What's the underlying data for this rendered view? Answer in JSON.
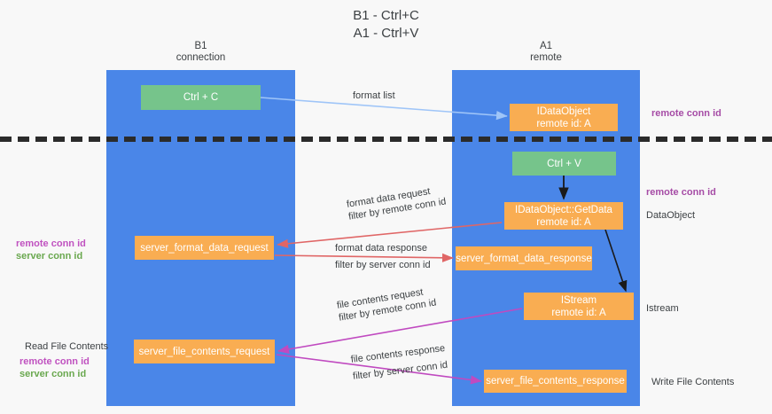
{
  "title": "B1 - Ctrl+C\nA1 - Ctrl+V",
  "columns": [
    {
      "name": "b1",
      "header": "B1\nconnection"
    },
    {
      "name": "a1",
      "header": "A1\nremote"
    }
  ],
  "nodes": {
    "ctrl_c": "Ctrl + C",
    "idataobject": "IDataObject\nremote id: A",
    "ctrl_v": "Ctrl + V",
    "getdata": "IDataObject::GetData\nremote id: A",
    "server_format_data_response": "server_format_data_response",
    "istream": "IStream\nremote id: A",
    "server_format_data_request": "server_format_data_request",
    "server_file_contents_request": "server_file_contents_request",
    "server_file_contents_response": "server_file_contents_response"
  },
  "labels": {
    "format_list": "format list",
    "remote_conn_id": "remote conn id",
    "server_conn_id": "server conn id",
    "data_object": "DataObject",
    "istream_side": "Istream",
    "write_file_contents": "Write File Contents",
    "read_file_contents": "Read File Contents",
    "format_data_request": "format data request",
    "format_data_response": "format data response",
    "file_contents_request": "file contents request",
    "file_contents_response": "file contents response",
    "filter_by": "filter by"
  },
  "colors": {
    "lane": "#4a86e8",
    "green_node": "#76c48b",
    "orange_node": "#f9ad52",
    "conn_id_pink": "#c052c0",
    "server_conn_green": "#6aa84f",
    "arrow_blue": "#9fc5f8",
    "arrow_red": "#e06666",
    "arrow_magenta": "#c04ac0",
    "arrow_black": "#1a1a1a",
    "divider": "#2b2b2b",
    "background": "#f8f8f8"
  }
}
